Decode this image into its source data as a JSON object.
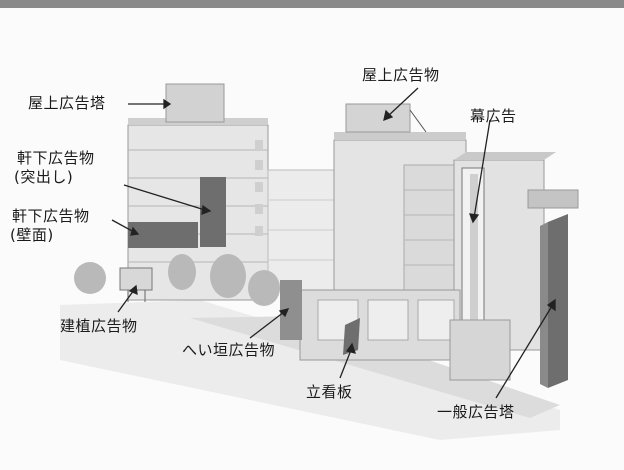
{
  "labels": {
    "rooftop_tower": "屋上広告塔",
    "rooftop_sign": "屋上広告物",
    "curtain": "幕広告",
    "eave_projecting": "軒下広告物",
    "eave_projecting_sub": "(突出し)",
    "eave_wall": "軒下広告物",
    "eave_wall_sub": "(壁面)",
    "ground_standing": "建植広告物",
    "fence": "へい垣広告物",
    "standing_board": "立看板",
    "general_tower": "一般広告塔"
  },
  "colors": {
    "background": "#fbfbfb",
    "building_light": "#e8e8e8",
    "building_mid": "#d4d4d4",
    "building_dark": "#bdbdbd",
    "sign_dark": "#6e6e6e",
    "line": "#222222"
  }
}
